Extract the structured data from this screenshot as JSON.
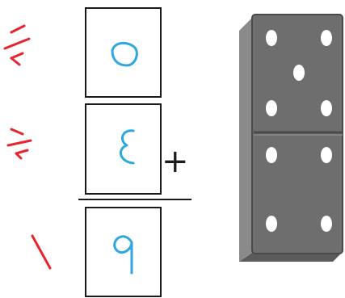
{
  "worksheet": {
    "operator": "+",
    "addend_top": {
      "digit": "٥",
      "color": "#2ea7e0"
    },
    "addend_bottom": {
      "digit": "٤",
      "color": "#2ea7e0"
    },
    "sum": {
      "digit": "٩",
      "color": "#2ea7e0"
    },
    "annotations": {
      "row1_fraction": "١/٢",
      "row2_fraction": "١/٢",
      "row3_number": "١",
      "color": "#e8242c"
    }
  },
  "domino": {
    "top_half_pips": 5,
    "bottom_half_pips": 4,
    "body_color": "#6e6e6e",
    "pip_color": "#ffffff"
  }
}
